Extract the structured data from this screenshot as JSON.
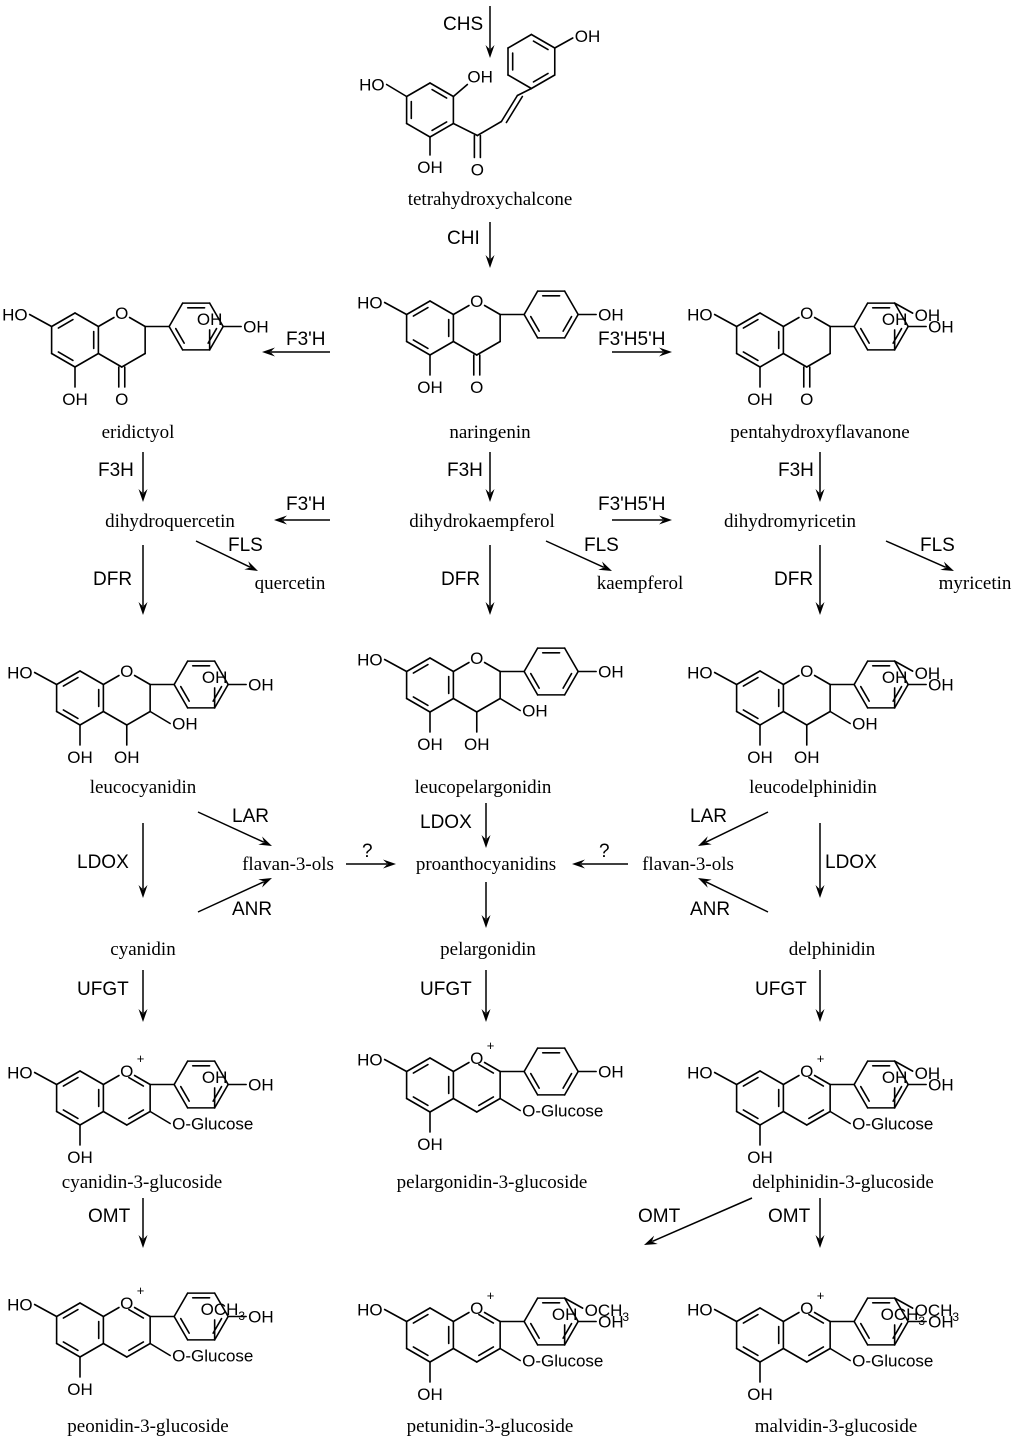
{
  "atoms": {
    "hydroxyl": "OH",
    "ho": "HO",
    "oxygen": "O",
    "oxonium": "O",
    "plus": "+",
    "o_glucose": "O-Glucose",
    "methoxy": "OCH",
    "methoxy_sub": "3"
  },
  "compounds": {
    "tetrahydroxychalcone": "tetrahydroxychalcone",
    "naringenin": "naringenin",
    "eridictyol": "eridictyol",
    "pentahydroxyflavanone": "pentahydroxyflavanone",
    "dihydroquercetin": "dihydroquercetin",
    "dihydrokaempferol": "dihydrokaempferol",
    "dihydromyricetin": "dihydromyricetin",
    "quercetin": "quercetin",
    "kaempferol": "kaempferol",
    "myricetin": "myricetin",
    "leucocyanidin": "leucocyanidin",
    "leucopelargonidin": "leucopelargonidin",
    "leucodelphinidin": "leucodelphinidin",
    "flavan3ols_left": "flavan-3-ols",
    "flavan3ols_right": "flavan-3-ols",
    "proanthocyanidins": "proanthocyanidins",
    "cyanidin": "cyanidin",
    "pelargonidin": "pelargonidin",
    "delphinidin": "delphinidin",
    "cyanidin3g": "cyanidin-3-glucoside",
    "pelargonidin3g": "pelargonidin-3-glucoside",
    "delphinidin3g": "delphinidin-3-glucoside",
    "peonidin3g": "peonidin-3-glucoside",
    "petunidin3g": "petunidin-3-glucoside",
    "malvidin3g": "malvidin-3-glucoside"
  },
  "enzymes": {
    "chs": "CHS",
    "chi": "CHI",
    "f3h_prime_left": "F3'H",
    "f3h5h_top": "F3'H5'H",
    "f3h_left": "F3H",
    "f3h_mid": "F3H",
    "f3h_right": "F3H",
    "f3h_prime_mid": "F3'H",
    "f3h5h_mid": "F3'H5'H",
    "fls_left": "FLS",
    "fls_mid": "FLS",
    "fls_right": "FLS",
    "dfr_left": "DFR",
    "dfr_mid": "DFR",
    "dfr_right": "DFR",
    "lar_left": "LAR",
    "lar_right": "LAR",
    "anr_left": "ANR",
    "anr_right": "ANR",
    "ldox_left": "LDOX",
    "ldox_mid": "LDOX",
    "ldox_right": "LDOX",
    "unknown_left": "?",
    "unknown_right": "?",
    "ufgt_left": "UFGT",
    "ufgt_mid": "UFGT",
    "ufgt_right": "UFGT",
    "omt_left": "OMT",
    "omt_mid": "OMT",
    "omt_right": "OMT"
  }
}
